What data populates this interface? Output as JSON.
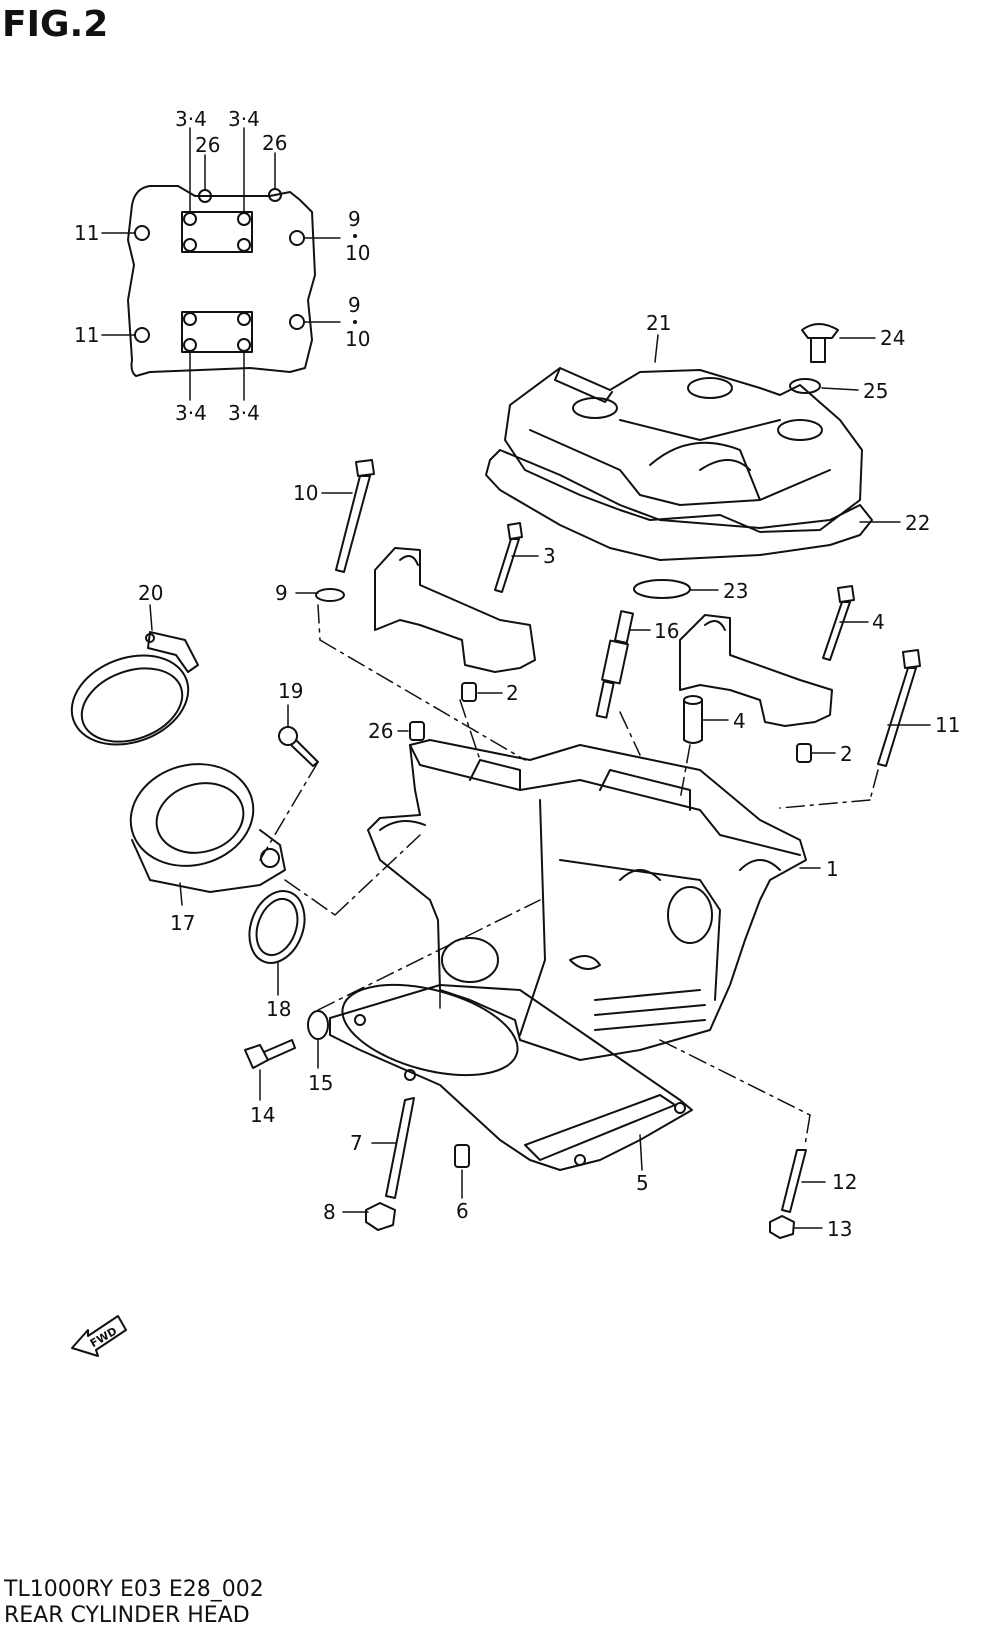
{
  "figure": {
    "title": "FIG.2",
    "model_code": "TL1000RY E03 E28_002",
    "section_name": "REAR CYLINDER HEAD",
    "fwd_label": "FWD"
  },
  "callouts": [
    {
      "key": "c34a",
      "label": "3·4"
    },
    {
      "key": "c34b",
      "label": "3·4"
    },
    {
      "key": "c26a",
      "label": "26"
    },
    {
      "key": "c26b",
      "label": "26"
    },
    {
      "key": "c11a",
      "label": "11"
    },
    {
      "key": "c910a9",
      "label": "9"
    },
    {
      "key": "c910a10",
      "label": "10"
    },
    {
      "key": "c11b",
      "label": "11"
    },
    {
      "key": "c910b9",
      "label": "9"
    },
    {
      "key": "c910b10",
      "label": "10"
    },
    {
      "key": "c34c",
      "label": "3·4"
    },
    {
      "key": "c34d",
      "label": "3·4"
    },
    {
      "key": "c21",
      "label": "21"
    },
    {
      "key": "c24",
      "label": "24"
    },
    {
      "key": "c25",
      "label": "25"
    },
    {
      "key": "c10",
      "label": "10"
    },
    {
      "key": "c22",
      "label": "22"
    },
    {
      "key": "c3",
      "label": "3"
    },
    {
      "key": "c20",
      "label": "20"
    },
    {
      "key": "c9",
      "label": "9"
    },
    {
      "key": "c23",
      "label": "23"
    },
    {
      "key": "c4a",
      "label": "4"
    },
    {
      "key": "c16",
      "label": "16"
    },
    {
      "key": "c2a",
      "label": "2"
    },
    {
      "key": "c19",
      "label": "19"
    },
    {
      "key": "c4b",
      "label": "4"
    },
    {
      "key": "c11c",
      "label": "11"
    },
    {
      "key": "c26c",
      "label": "26"
    },
    {
      "key": "c2b",
      "label": "2"
    },
    {
      "key": "c1",
      "label": "1"
    },
    {
      "key": "c17",
      "label": "17"
    },
    {
      "key": "c18",
      "label": "18"
    },
    {
      "key": "c15",
      "label": "15"
    },
    {
      "key": "c14",
      "label": "14"
    },
    {
      "key": "c7",
      "label": "7"
    },
    {
      "key": "c5",
      "label": "5"
    },
    {
      "key": "c12",
      "label": "12"
    },
    {
      "key": "c6",
      "label": "6"
    },
    {
      "key": "c8",
      "label": "8"
    },
    {
      "key": "c13",
      "label": "13"
    }
  ]
}
